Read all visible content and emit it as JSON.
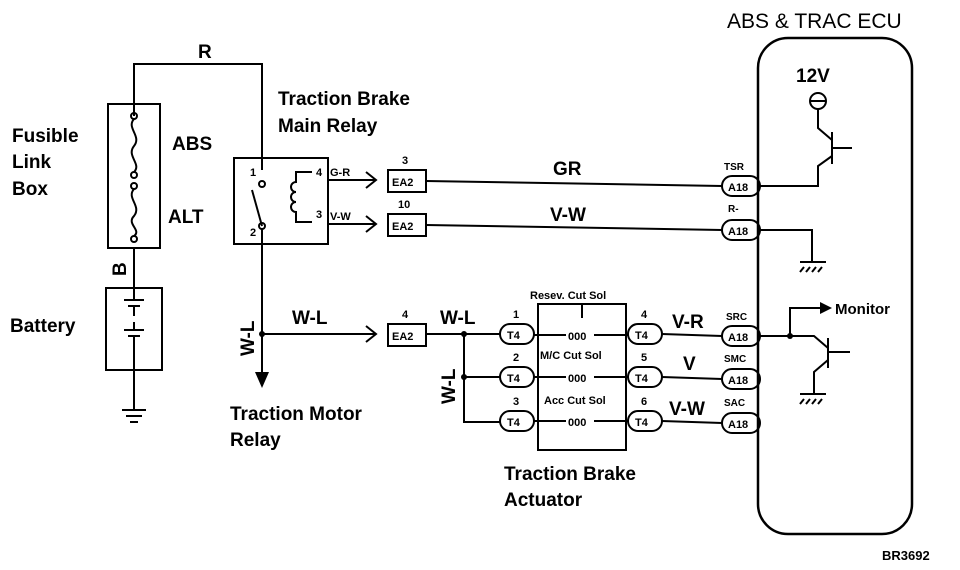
{
  "ecu": {
    "title": "ABS & TRAC ECU",
    "voltage": "12V",
    "monitor": "Monitor",
    "terminals": [
      "TSR",
      "R-",
      "SRC",
      "SMC",
      "SAC"
    ],
    "connector": "A18"
  },
  "fusible": {
    "label_line1": "Fusible",
    "label_line2": "Link",
    "label_line3": "Box",
    "abs": "ABS",
    "alt": "ALT"
  },
  "battery": {
    "label": "Battery"
  },
  "main_relay": {
    "label_line1": "Traction Brake",
    "label_line2": "Main Relay",
    "pins": [
      "1",
      "2",
      "4",
      "3"
    ]
  },
  "motor_relay": {
    "label_line1": "Traction Motor",
    "label_line2": "Relay"
  },
  "actuator": {
    "label_line1": "Traction Brake",
    "label_line2": "Actuator",
    "solenoids": [
      "Resev. Cut Sol",
      "M/C Cut Sol",
      "Acc Cut Sol"
    ],
    "coil": "000",
    "left_pins": [
      "1",
      "2",
      "3"
    ],
    "right_pins": [
      "4",
      "5",
      "6"
    ],
    "connector": "T4"
  },
  "connectors": {
    "ea2": "EA2",
    "ea2_pins": [
      "3",
      "10",
      "4"
    ]
  },
  "wires": {
    "r": "R",
    "b": "B",
    "gr_short": "G-R",
    "vw_short": "V-W",
    "gr": "GR",
    "vw": "V-W",
    "wl": "W-L",
    "vr": "V-R",
    "v": "V"
  },
  "code": "BR3692"
}
